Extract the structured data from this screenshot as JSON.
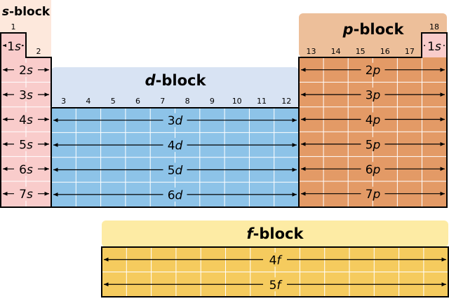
{
  "colors": {
    "s_block_header": "#fde8dc",
    "s_block_fill": "#f9cccb",
    "d_block_header": "#d8e3f3",
    "d_block_fill": "#8dc3e8",
    "p_block_header": "#edbf9a",
    "p_block_fill": "#e39a66",
    "p_block_1s_fill": "#f9cccb",
    "f_block_header": "#fdeba4",
    "f_block_fill": "#f5cb5e",
    "outline": "#000000",
    "grid_line": "#ffffff"
  },
  "blocks": {
    "s": {
      "title_letter": "s",
      "title_suffix": "-block",
      "group_labels": [
        "1",
        "2"
      ],
      "orbital_first": {
        "n": "1",
        "l": "s"
      },
      "orbitals": [
        {
          "n": "2",
          "l": "s"
        },
        {
          "n": "3",
          "l": "s"
        },
        {
          "n": "4",
          "l": "s"
        },
        {
          "n": "5",
          "l": "s"
        },
        {
          "n": "6",
          "l": "s"
        },
        {
          "n": "7",
          "l": "s"
        }
      ]
    },
    "d": {
      "title_letter": "d",
      "title_suffix": "-block",
      "group_labels": [
        "3",
        "4",
        "5",
        "6",
        "7",
        "8",
        "9",
        "10",
        "11",
        "12"
      ],
      "orbitals": [
        {
          "n": "3",
          "l": "d"
        },
        {
          "n": "4",
          "l": "d"
        },
        {
          "n": "5",
          "l": "d"
        },
        {
          "n": "6",
          "l": "d"
        }
      ]
    },
    "p": {
      "title_letter": "p",
      "title_suffix": "-block",
      "group_labels": [
        "13",
        "14",
        "15",
        "16",
        "17"
      ],
      "helium_group": "18",
      "helium_orbital": {
        "n": "1",
        "l": "s"
      },
      "orbitals": [
        {
          "n": "2",
          "l": "p"
        },
        {
          "n": "3",
          "l": "p"
        },
        {
          "n": "4",
          "l": "p"
        },
        {
          "n": "5",
          "l": "p"
        },
        {
          "n": "6",
          "l": "p"
        },
        {
          "n": "7",
          "l": "p"
        }
      ]
    },
    "f": {
      "title_letter": "f",
      "title_suffix": "-block",
      "orbitals": [
        {
          "n": "4",
          "l": "f"
        },
        {
          "n": "5",
          "l": "f"
        }
      ]
    }
  }
}
